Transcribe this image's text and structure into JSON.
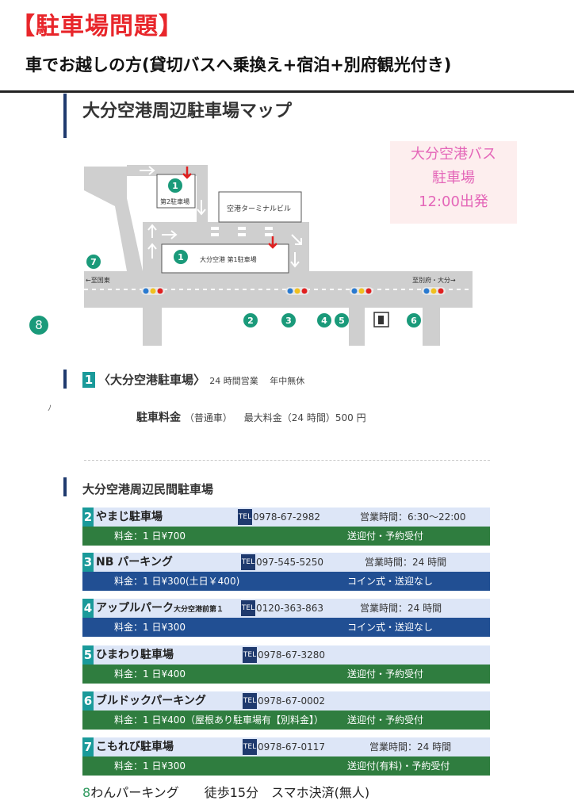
{
  "header": {
    "title": "【駐車場問題】",
    "subtitle": "車でお越しの方(貸切バスへ乗換え+宿泊+別府観光付き)"
  },
  "map": {
    "title": "大分空港周辺駐車場マップ",
    "bus_note": [
      "大分空港バス",
      "駐車場",
      "12:00出発"
    ],
    "label_lot2": "第2駐車場",
    "label_terminal": "空港ターミナルビル",
    "label_lot1": "大分空港 第1駐車場",
    "label_west": "←至国東",
    "label_east": "至別府・大分→",
    "marker_1": "1",
    "marker_2": "2",
    "marker_3": "3",
    "marker_4": "4",
    "marker_5": "5",
    "marker_6": "6",
    "marker_7": "7",
    "marker_8": "8"
  },
  "airport_lot": {
    "num": "1",
    "name": "〈大分空港駐車場〉",
    "hours": "24 時間営業　 年中無休",
    "fee_label": "駐車料金",
    "fee_type": "（普通車）",
    "fee_value": "最大料金（24 時間）500 円",
    "mark": "ﾉ"
  },
  "private": {
    "title": "大分空港周辺民間駐車場",
    "tel_label": "TEL",
    "lots": [
      {
        "num": "2",
        "name": "やまじ駐車場",
        "sub": "",
        "tel": "0978-67-2982",
        "hours": "営業時間：6:30～22:00",
        "fee": "料金：1 日¥700",
        "service": "送迎付・予約受付"
      },
      {
        "num": "3",
        "name": "NB パーキング",
        "sub": "",
        "tel": "097-545-5250",
        "hours": "営業時間：24 時間",
        "fee": "料金：1 日¥300(土日￥400)",
        "service": "コイン式・送迎なし"
      },
      {
        "num": "4",
        "name": "アップルパーク",
        "sub": "大分空港前第１",
        "tel": "0120-363-863",
        "hours": "営業時間：24 時間",
        "fee": "料金：1 日¥300",
        "service": "コイン式・送迎なし"
      },
      {
        "num": "5",
        "name": "ひまわり駐車場",
        "sub": "",
        "tel": "0978-67-3280",
        "hours": "",
        "fee": "料金：1 日¥400",
        "service": "送迎付・予約受付"
      },
      {
        "num": "6",
        "name": "ブルドックパーキング",
        "sub": "",
        "tel": "0978-67-0002",
        "hours": "",
        "fee": "料金：1 日¥400（屋根あり駐車場有【別料金】）",
        "service": "送迎付・予約受付"
      },
      {
        "num": "7",
        "name": "こもれび駐車場",
        "sub": "",
        "tel": "0978-67-0117",
        "hours": "営業時間：24 時間",
        "fee": "料金：1 日¥300",
        "service": "送迎付(有料)・予約受付"
      }
    ]
  },
  "wan": {
    "num": "8",
    "text": "わんパーキング　　徒歩15分　スマホ決済(無人)"
  },
  "colors": {
    "title_red": "#e8262b",
    "navy": "#1f3a6e",
    "teal": "#1a9a9a",
    "green_row": "#2f7d3f",
    "blue_row": "#214f93",
    "pink_text": "#e466b8"
  }
}
